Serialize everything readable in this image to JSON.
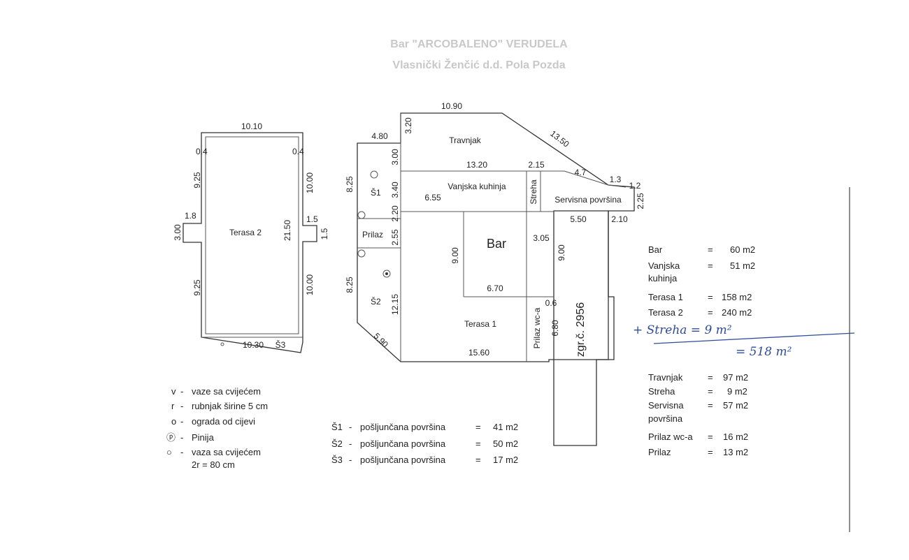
{
  "header_faded": [
    "Bar \"ARCOBALENO\" VERUDELA",
    "Vlasnički Ženčić d.d. Pola Pozda"
  ],
  "terasa2": {
    "label": "Terasa 2",
    "dims": {
      "top": "10.10",
      "left_top_corner": "0.4",
      "right_top_corner": "0.4",
      "left_upper": "9.25",
      "left_lower": "9.25",
      "left_notch_w": "1.8",
      "left_notch_h": "3.00",
      "right_upper": "10.00",
      "right_lower": "10.00",
      "right_total": "21.50",
      "right_notch_w": "1.5",
      "right_notch_h": "1.5",
      "bottom": "10.30"
    },
    "bottom_zone": "Š3"
  },
  "plan": {
    "labels": {
      "travnjak": "Travnjak",
      "vanjska_kuhinja": "Vanjska  kuhinja",
      "streha": "Streha",
      "servisna": "Servisna površina",
      "bar": "Bar",
      "terasa1": "Terasa 1",
      "prilaz": "Prilaz",
      "prilaz_wc": "Prilaz wc-a",
      "s1": "Š1",
      "s2": "Š2",
      "zgr": "zgr.č. 2956"
    },
    "dims": {
      "top": "10.90",
      "diag": "13.50",
      "topleft_w": "4.80",
      "topleft_h": "3.20",
      "travnjak_h": "3.00",
      "row_13_20": "13.20",
      "row_2_15": "2.15",
      "d4_7": "4.7",
      "d1_3": "1.3",
      "d1_2": "1.2",
      "d2_25": "2.25",
      "kuh_h": "3.40",
      "kuh_w": "6.55",
      "s1_h": "8.25",
      "s1_gap": "2.20",
      "prilaz_h": "2.55",
      "bar_h": "9.00",
      "bar_r": "3.05",
      "bar_w": "6.70",
      "serv_w": "5.50",
      "serv_r": "2.10",
      "zgr_h": "9.00",
      "s2_h": "8.25",
      "s2_len": "12.15",
      "diag2": "5.90",
      "bot": "15.60",
      "wc_w": "0.6",
      "wc_h": "6.80"
    }
  },
  "areas_top": [
    {
      "name": "Bar",
      "eq": "=",
      "value": "60 m2"
    },
    {
      "name": "Vanjska kuhinja",
      "eq": "=",
      "value": "51 m2"
    },
    {
      "name": "Terasa 1",
      "eq": "=",
      "value": "158 m2"
    },
    {
      "name": "Terasa 2",
      "eq": "=",
      "value": "240 m2"
    }
  ],
  "handwritten": {
    "line1": "+ Streha = 9 m²",
    "line2": "= 518 m²"
  },
  "areas_bottom": [
    {
      "name": "Travnjak",
      "eq": "=",
      "value": "97 m2"
    },
    {
      "name": "Streha",
      "eq": "=",
      "value": "9 m2"
    },
    {
      "name": "Servisna površina",
      "eq": "=",
      "value": "57 m2"
    },
    {
      "name": "Prilaz wc-a",
      "eq": "=",
      "value": "16 m2"
    },
    {
      "name": "Prilaz",
      "eq": "=",
      "value": "13 m2"
    }
  ],
  "legend": [
    {
      "sym": "v",
      "text": "vaze sa cvijećem"
    },
    {
      "sym": "r",
      "text": "rubnjak širine 5 cm"
    },
    {
      "sym": "o",
      "text": "ograda od cijevi"
    },
    {
      "sym": "ⓟ",
      "text": "Pinija"
    },
    {
      "sym": "○",
      "text": "vaza sa cvijećem"
    },
    {
      "sym": "",
      "text": "2r = 80 cm"
    }
  ],
  "gravel": [
    {
      "name": "Š1",
      "desc": "pošljunčana površina",
      "eq": "=",
      "value": "41 m2"
    },
    {
      "name": "Š2",
      "desc": "pošljunčana površina",
      "eq": "=",
      "value": "50 m2"
    },
    {
      "name": "Š3",
      "desc": "pošljunčana površina",
      "eq": "=",
      "value": "17 m2"
    }
  ]
}
